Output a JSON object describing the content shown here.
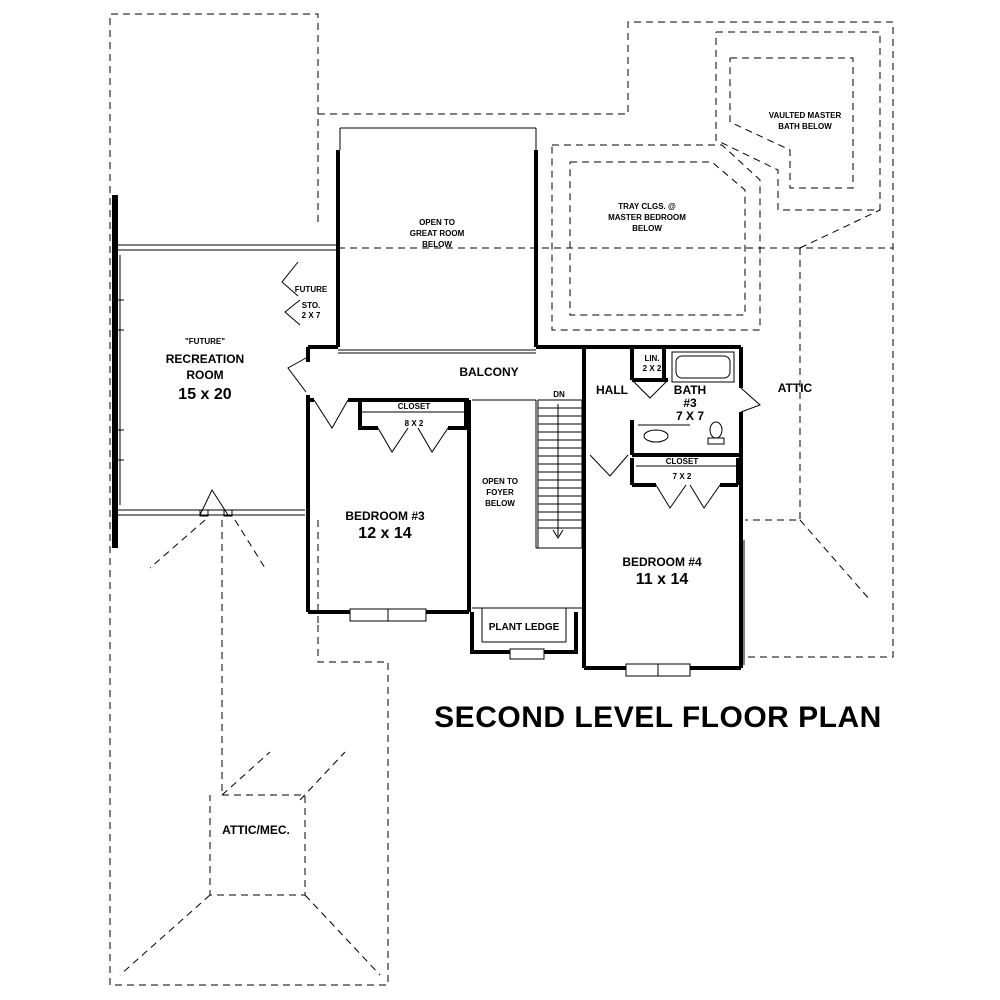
{
  "title": "SECOND LEVEL FLOOR PLAN",
  "rooms": {
    "recreation": {
      "tag": "\"FUTURE\"",
      "name1": "RECREATION",
      "name2": "ROOM",
      "size": "15 x 20"
    },
    "future": "FUTURE",
    "storage": {
      "name": "STO.",
      "size": "2 X 7"
    },
    "open_great_room": {
      "line1": "OPEN TO",
      "line2": "GREAT ROOM",
      "line3": "BELOW"
    },
    "tray_ceiling": {
      "line1": "TRAY CLGS. @",
      "line2": "MASTER BEDROOM",
      "line3": "BELOW"
    },
    "vaulted_bath": {
      "line1": "VAULTED MASTER",
      "line2": "BATH BELOW"
    },
    "balcony": "BALCONY",
    "hall": "HALL",
    "dn": "DN",
    "linen": {
      "name": "LIN.",
      "size": "2 X 2"
    },
    "bath3": {
      "name": "BATH",
      "num": "#3",
      "size": "7 X 7"
    },
    "attic_right": "ATTIC",
    "closet_left": {
      "name": "CLOSET",
      "size": "8 X 2"
    },
    "closet_right": {
      "name": "CLOSET",
      "size": "7 X 2"
    },
    "bedroom3": {
      "name": "BEDROOM #3",
      "size": "12 x 14"
    },
    "bedroom4": {
      "name": "BEDROOM #4",
      "size": "11 x 14"
    },
    "open_foyer": {
      "line1": "OPEN TO",
      "line2": "FOYER",
      "line3": "BELOW"
    },
    "plant_ledge": "PLANT LEDGE",
    "attic_mec": "ATTIC/MEC."
  }
}
